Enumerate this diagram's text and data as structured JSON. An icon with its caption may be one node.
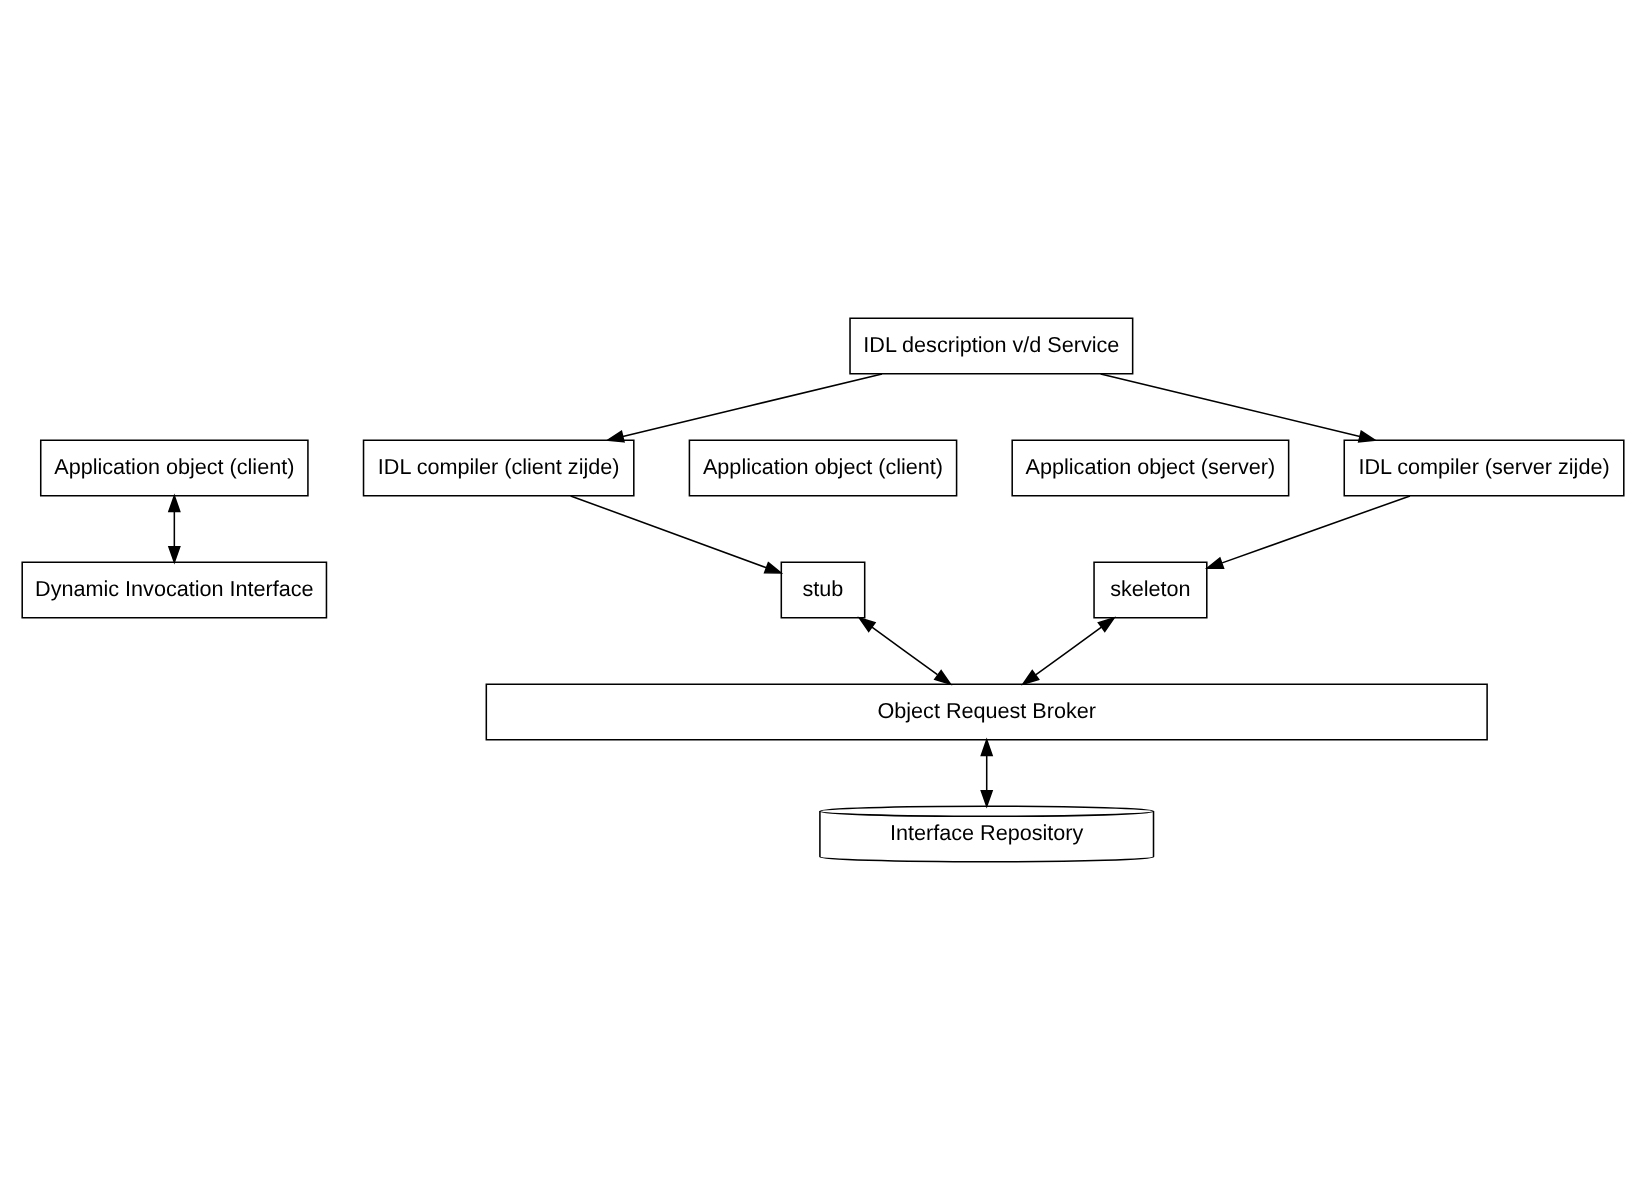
{
  "diagram": {
    "nodes": [
      {
        "text": [
          "IDL description v/d Service"
        ]
      },
      {
        "text": [
          "IDL compiler (client zijde)"
        ]
      },
      {
        "text": [
          "IDL compiler (server zijde)"
        ]
      },
      {
        "text": [
          "Application object (client)"
        ]
      },
      {
        "text": [
          "Application object (client)"
        ]
      },
      {
        "text": [
          "stub"
        ]
      },
      {
        "text": [
          "Application object (server)"
        ]
      },
      {
        "text": [
          "skeleton"
        ]
      },
      {
        "text": [
          "Dynamic Invocation Interface"
        ]
      },
      {
        "text": [
          "Object Request Broker"
        ]
      },
      {
        "text": [
          "Interface Repository"
        ]
      }
    ],
    "edges": [
      {
        "from": 0,
        "to": 1,
        "arrow": "to"
      },
      {
        "from": 0,
        "to": 2,
        "arrow": "to"
      },
      {
        "from": 1,
        "to": 5,
        "arrow": "to"
      },
      {
        "from": 2,
        "to": 7,
        "arrow": "to"
      },
      {
        "from": 3,
        "to": 8,
        "arrow": "both"
      },
      {
        "from": 5,
        "to": 9,
        "arrow": "both"
      },
      {
        "from": 7,
        "to": 9,
        "arrow": "both"
      },
      {
        "from": 9,
        "to": 10,
        "arrow": "both"
      }
    ]
  }
}
